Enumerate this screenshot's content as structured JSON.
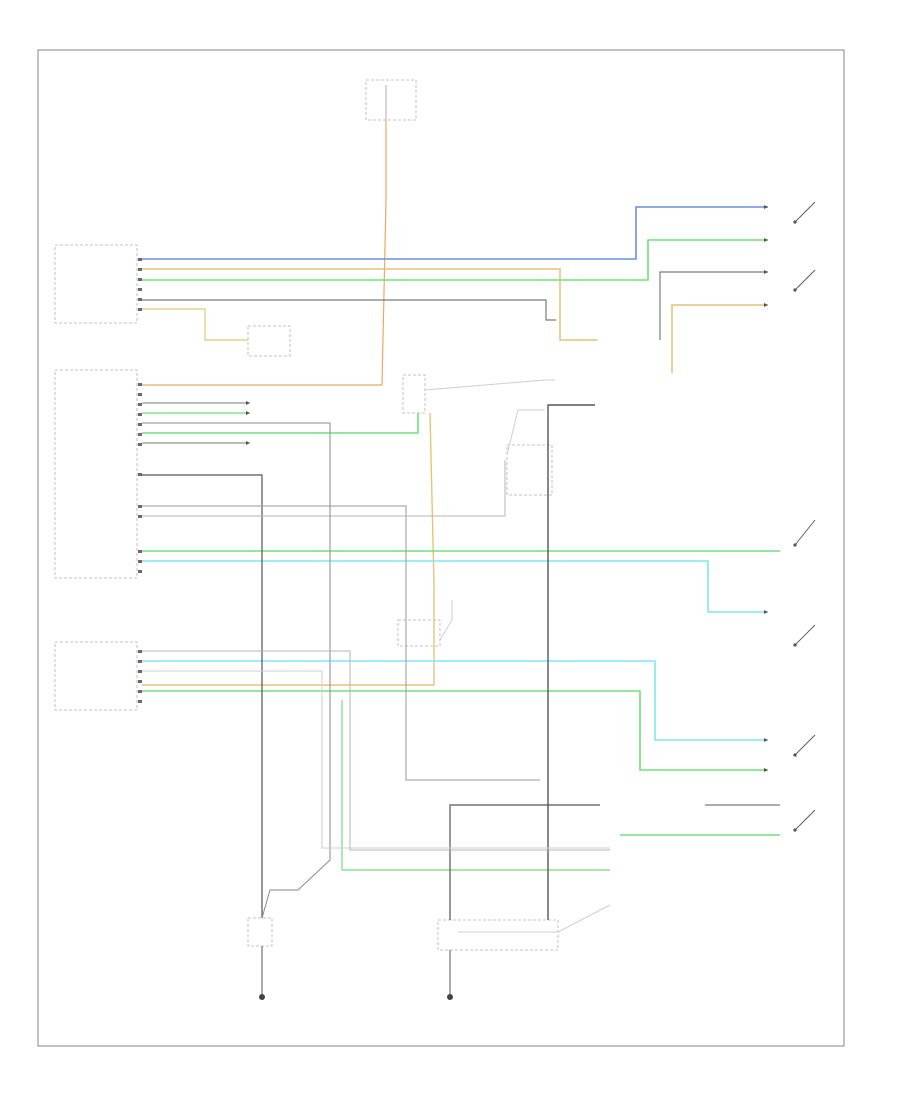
{
  "diagram": {
    "frame_label": "",
    "wire_colors": {
      "blue": "#6a8ee0",
      "green": "#6fe07a",
      "orange": "#e9a86a",
      "tan": "#e6c477",
      "cyan": "#7ee7ef",
      "gray": "#7a7a7a",
      "dark": "#555555",
      "light": "#cfcfcf"
    },
    "components": [
      {
        "id": "top-fuse",
        "label": ""
      },
      {
        "id": "seat-module",
        "label": ""
      },
      {
        "id": "body-control-module",
        "label": ""
      },
      {
        "id": "passenger-seat-module",
        "label": ""
      },
      {
        "id": "driver-door-switch",
        "label": ""
      },
      {
        "id": "passenger-door-switch",
        "label": ""
      },
      {
        "id": "ground-left",
        "label": ""
      },
      {
        "id": "ground-right",
        "label": ""
      }
    ]
  }
}
